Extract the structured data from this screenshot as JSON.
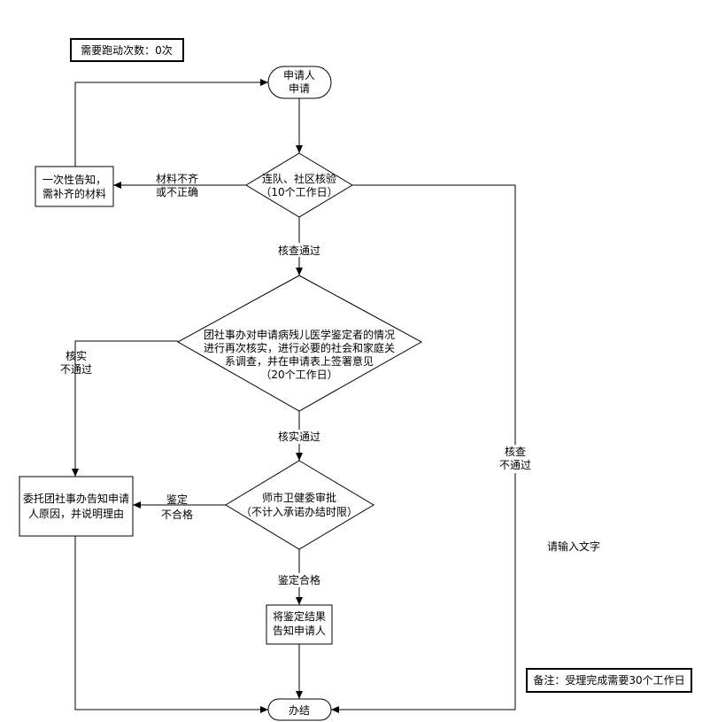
{
  "run_count": "需要跑动次数：0次",
  "note": "备注：受理完成需要30个工作日",
  "placeholder_text": "请输入文字",
  "nodes": {
    "start": [
      "申请人",
      "申请"
    ],
    "verify": [
      "连队、社区核验",
      "（10个工作日）"
    ],
    "notify_materials": [
      "一次性告知，",
      "需补齐的材料"
    ],
    "recheck": [
      "团社事办对申请病残儿医学鉴定者的情况",
      "进行再次核实，进行必要的社会和家庭关",
      "系调查，并在申请表上签署意见",
      "（20个工作日）"
    ],
    "approve": [
      "师市卫健委审批",
      "（不计入承诺办结时限）"
    ],
    "notify_reason": [
      "委托团社事办告知申请",
      "人原因，并说明理由"
    ],
    "notify_result": [
      "将鉴定结果",
      "告知申请人"
    ],
    "end": [
      "办结"
    ]
  },
  "labels": {
    "materials_incomplete": [
      "材料不齐",
      "或不正确"
    ],
    "check_passed": [
      "核查通过"
    ],
    "verify_failed": [
      "核实",
      "不通过"
    ],
    "verify_passed": [
      "核实通过"
    ],
    "appraisal_failed": [
      "鉴定",
      "不合格"
    ],
    "appraisal_passed": [
      "鉴定合格"
    ],
    "check_failed": [
      "核查",
      "不通过"
    ]
  }
}
